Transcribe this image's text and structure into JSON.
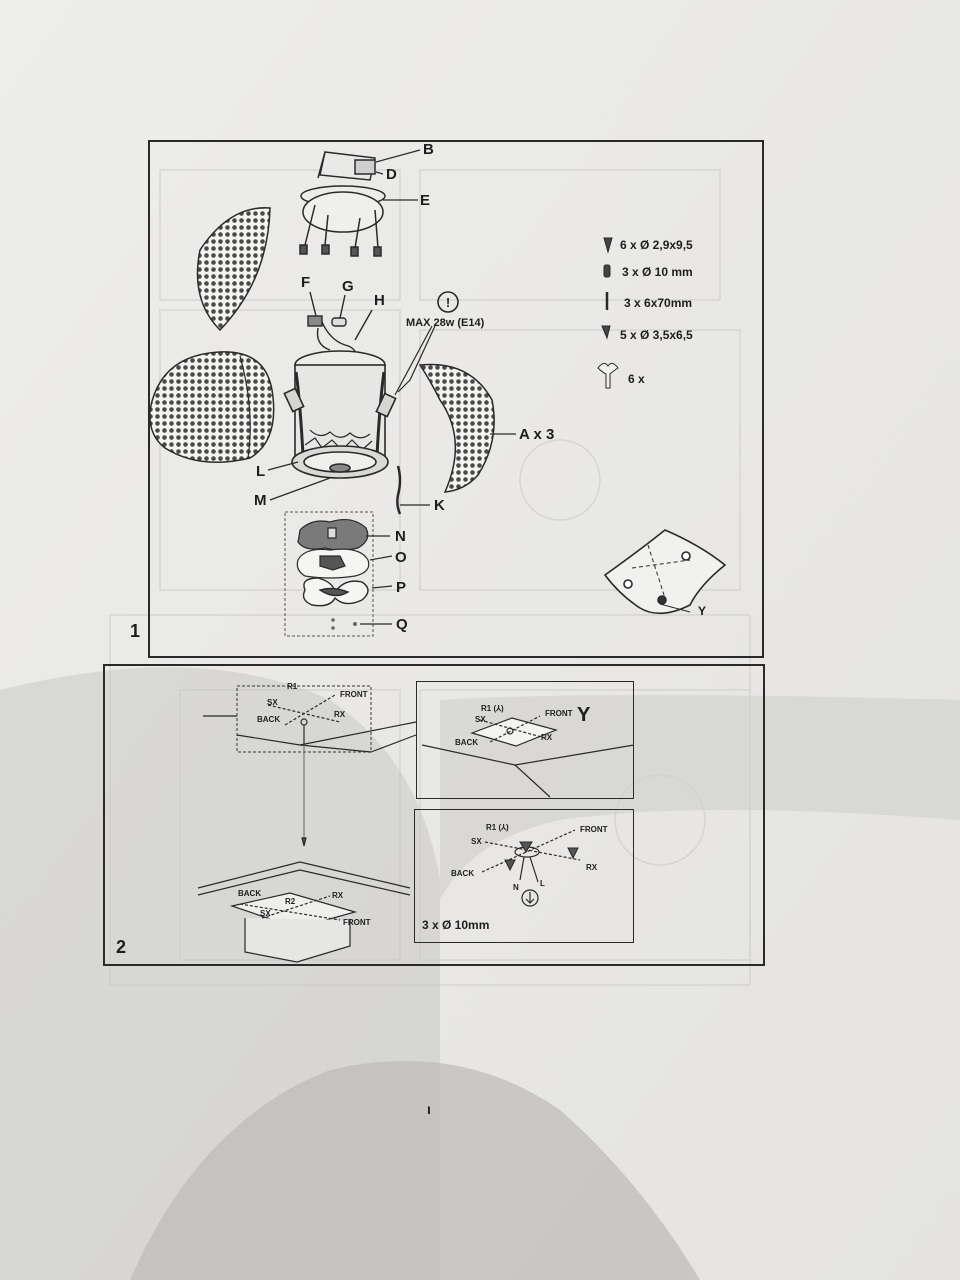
{
  "panel1": {
    "number": "1",
    "parts": {
      "B": "B",
      "D": "D",
      "E": "E",
      "F": "F",
      "G": "G",
      "H": "H",
      "L": "L",
      "M": "M",
      "K": "K",
      "N": "N",
      "O": "O",
      "P": "P",
      "Q": "Q",
      "A": "A x 3",
      "Y": "Y"
    },
    "max_rating": "MAX 28w (E14)",
    "hardware": [
      "6 x Ø 2,9x9,5",
      "3 x Ø 10 mm",
      "3 x 6x70mm",
      "5 x Ø 3,5x6,5",
      "6 x"
    ]
  },
  "panel2": {
    "number": "2",
    "ceiling": {
      "r1": "R1",
      "sx": "SX",
      "front": "FRONT",
      "back": "BACK",
      "rx": "RX"
    },
    "floor": {
      "back": "BACK",
      "r2": "R2",
      "sx": "SX",
      "front": "FRONT",
      "rx": "RX"
    },
    "inset_top": {
      "r1": "R1 (⅄)",
      "sx": "SX",
      "front": "FRONT",
      "y": "Y",
      "back": "BACK",
      "rx": "RX"
    },
    "inset_bottom": {
      "r1": "R1 (⅄)",
      "sx": "SX",
      "front": "FRONT",
      "back": "BACK",
      "rx": "RX",
      "n": "N",
      "l": "L",
      "caption": "3 x Ø 10mm"
    }
  },
  "footer_mark": "ı"
}
